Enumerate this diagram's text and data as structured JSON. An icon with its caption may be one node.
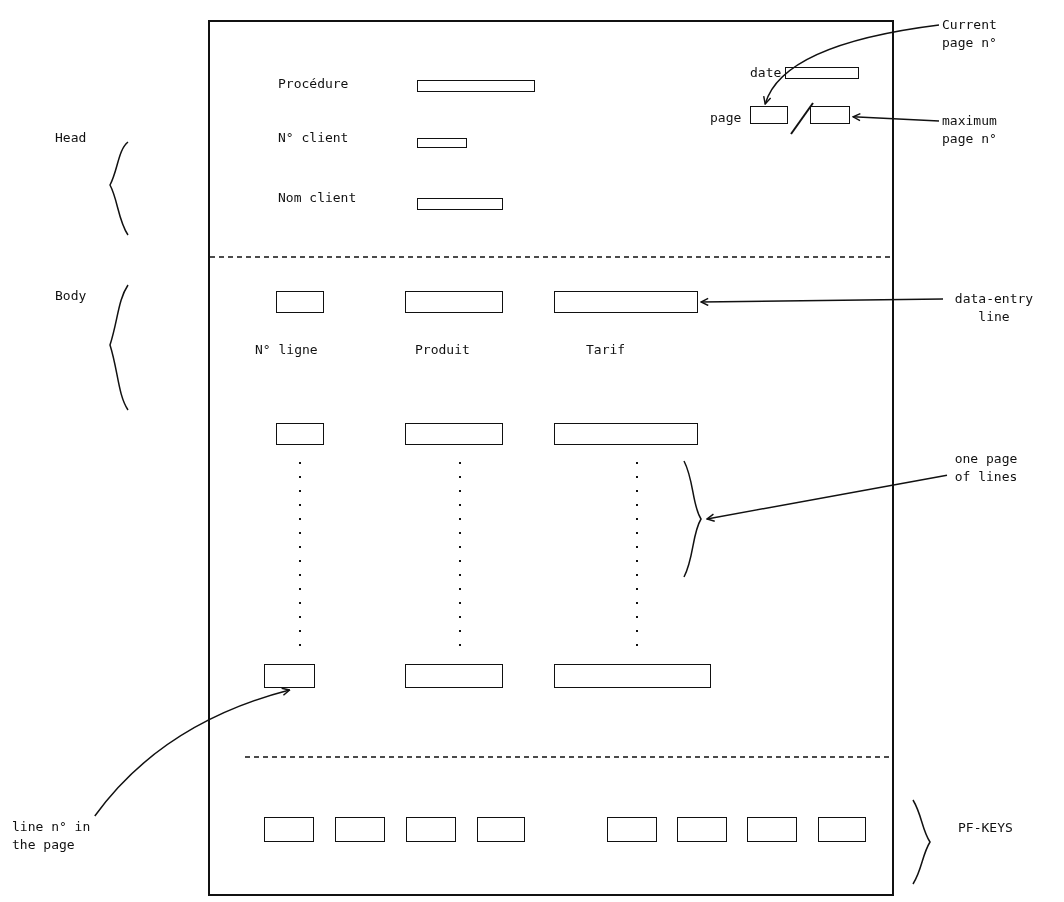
{
  "diagram": {
    "nodes": [
      {
        "text": [],
        "shape": "box"
      },
      {
        "text": [],
        "shape": "box",
        "in": 0
      },
      {
        "text": [],
        "shape": "box",
        "in": 0
      },
      {
        "text": [],
        "shape": "box",
        "in": 0
      },
      {
        "text": [],
        "shape": "box",
        "in": 0
      },
      {
        "text": [],
        "shape": "box",
        "in": 0
      },
      {
        "text": [],
        "shape": "box",
        "in": 0
      },
      {
        "text": [],
        "shape": "box",
        "in": 0
      },
      {
        "text": [],
        "shape": "box",
        "in": 0
      },
      {
        "text": [],
        "shape": "box",
        "in": 0
      },
      {
        "text": [],
        "shape": "box",
        "in": 0
      },
      {
        "text": [],
        "shape": "box",
        "in": 0
      },
      {
        "text": [],
        "shape": "box",
        "in": 0
      },
      {
        "text": [],
        "shape": "box",
        "in": 0
      },
      {
        "text": [],
        "shape": "box",
        "in": 0
      },
      {
        "text": [],
        "shape": "box",
        "in": 0
      },
      {
        "text": [],
        "shape": "box",
        "in": 0
      },
      {
        "text": [],
        "shape": "box",
        "in": 0
      },
      {
        "text": [],
        "shape": "box",
        "in": 0
      },
      {
        "text": [],
        "shape": "box",
        "in": 0
      },
      {
        "text": [],
        "shape": "box",
        "in": 0
      },
      {
        "text": [],
        "shape": "box",
        "in": 0
      },
      {
        "text": [],
        "shape": "box",
        "in": 0
      },
      {
        "text": [],
        "shape": "box",
        "in": 0
      },
      {
        "text": [
          "Current page n°"
        ]
      },
      {
        "text": [
          "maximum page n°"
        ]
      },
      {
        "text": [
          "data-entry line"
        ]
      },
      {
        "text": [
          "one page of lines"
        ]
      },
      {
        "text": [
          "line n° in the page"
        ]
      },
      {
        "text": [],
        "shape": "brace",
        "in": 0
      }
    ],
    "edges": [
      {
        "from": 24,
        "to": 3,
        "arrow": "to"
      },
      {
        "from": 25,
        "to": 4,
        "arrow": "to"
      },
      {
        "from": 26,
        "to": 9,
        "arrow": "to"
      },
      {
        "from": 27,
        "to": 29,
        "arrow": "to"
      },
      {
        "from": 28,
        "to": 13,
        "arrow": "to"
      }
    ],
    "labels": [
      "date",
      "Procédure",
      "N° client",
      "page",
      "Head",
      "Nom client",
      "Body",
      "N° ligne",
      "Produit",
      "Tarif",
      "PF-KEYS"
    ]
  }
}
